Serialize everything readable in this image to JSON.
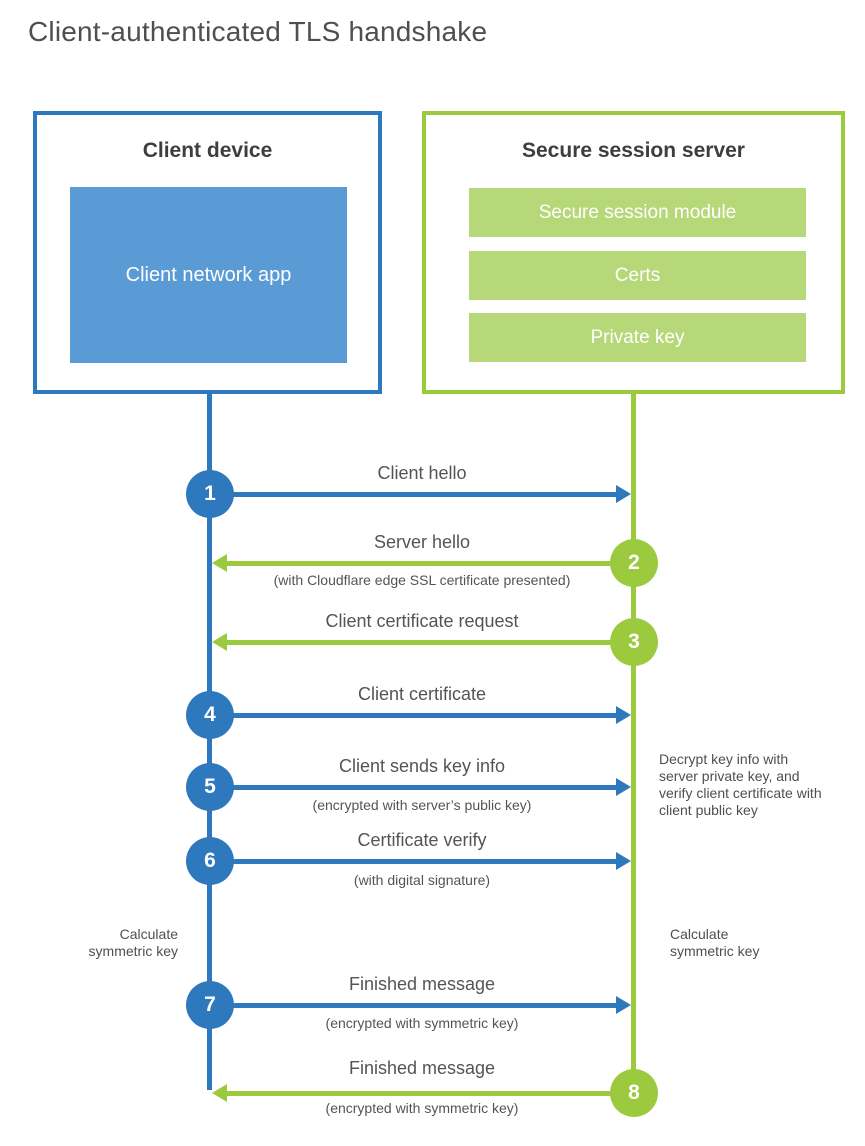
{
  "title": "Client-authenticated TLS handshake",
  "colors": {
    "client_blue": "#2e78be",
    "client_fill_blue": "#5b9bd5",
    "server_green": "#9cca3f",
    "server_fill_green": "#b6d878",
    "heading_text": "#3e3e3e",
    "body_text": "#545454"
  },
  "client": {
    "title": "Client device",
    "app_label": "Client network app"
  },
  "server": {
    "title": "Secure session server",
    "modules": [
      "Secure session module",
      "Certs",
      "Private key"
    ]
  },
  "steps": [
    {
      "num": "1",
      "actor": "client",
      "direction": "right",
      "label": "Client hello",
      "sublabel": ""
    },
    {
      "num": "2",
      "actor": "server",
      "direction": "left",
      "label": "Server hello",
      "sublabel": "(with Cloudflare edge SSL certificate presented)"
    },
    {
      "num": "3",
      "actor": "server",
      "direction": "left",
      "label": "Client certificate request",
      "sublabel": ""
    },
    {
      "num": "4",
      "actor": "client",
      "direction": "right",
      "label": "Client certificate",
      "sublabel": ""
    },
    {
      "num": "5",
      "actor": "client",
      "direction": "right",
      "label": "Client sends key info",
      "sublabel": "(encrypted with server’s public key)"
    },
    {
      "num": "6",
      "actor": "client",
      "direction": "right",
      "label": "Certificate verify",
      "sublabel": "(with digital signature)"
    },
    {
      "num": "7",
      "actor": "client",
      "direction": "right",
      "label": "Finished message",
      "sublabel": "(encrypted with symmetric key)"
    },
    {
      "num": "8",
      "actor": "server",
      "direction": "left",
      "label": "Finished message",
      "sublabel": "(encrypted with symmetric key)"
    }
  ],
  "notes": {
    "decrypt": "Decrypt key info with server private key, and verify client certificate with client public key",
    "calc_symmetric_left": "Calculate symmetric key",
    "calc_symmetric_right": "Calculate symmetric key"
  }
}
